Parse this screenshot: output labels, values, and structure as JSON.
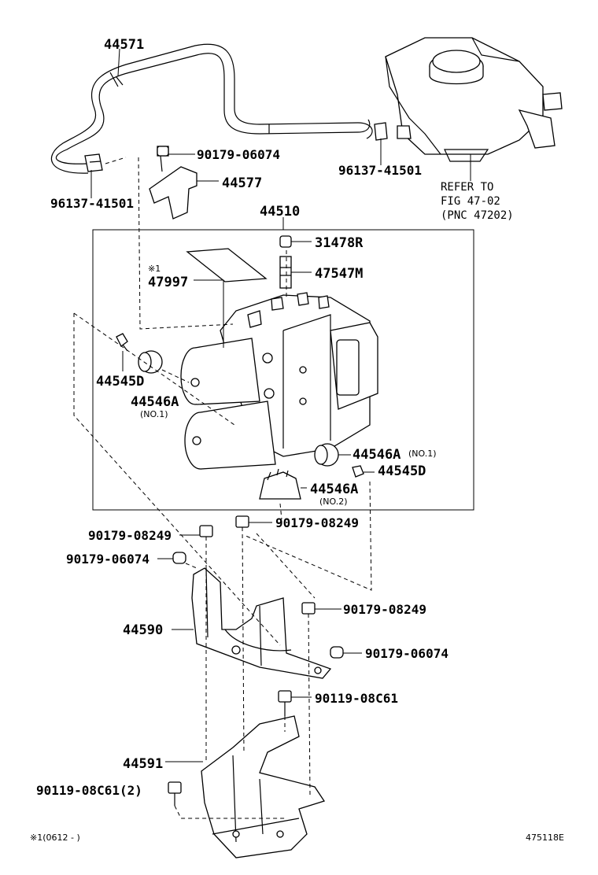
{
  "labels": {
    "p44571": "44571",
    "p96137_left": "96137-41501",
    "p96137_right": "96137-41501",
    "p90179_06074_top": "90179-06074",
    "p44577": "44577",
    "p44510": "44510",
    "refer_line1": "REFER TO",
    "refer_line2": "FIG 47-02",
    "refer_line3": "(PNC 47202)",
    "p31478R": "31478R",
    "note_mark": "※1",
    "p47997": "47997",
    "p47547M": "47547M",
    "p44545D_left": "44545D",
    "p44546A_no1_left": "44546A",
    "no1_left": "(NO.1)",
    "p44546A_no1_right": "44546A",
    "no1_right": "(NO.1)",
    "p44545D_right": "44545D",
    "p44546A_no2": "44546A",
    "no2": "(NO.2)",
    "p90179_08249_a": "90179-08249",
    "p90179_08249_b": "90179-08249",
    "p90179_06074_mid": "90179-06074",
    "p90179_08249_c": "90179-08249",
    "p44590": "44590",
    "p90179_06074_low": "90179-06074",
    "p90119_08C61": "90119-08C61",
    "p44591": "44591",
    "p90119_08C61_2": "90119-08C61(2)",
    "footnote": "※1(0612 -       )",
    "figure_code": "475118E"
  }
}
